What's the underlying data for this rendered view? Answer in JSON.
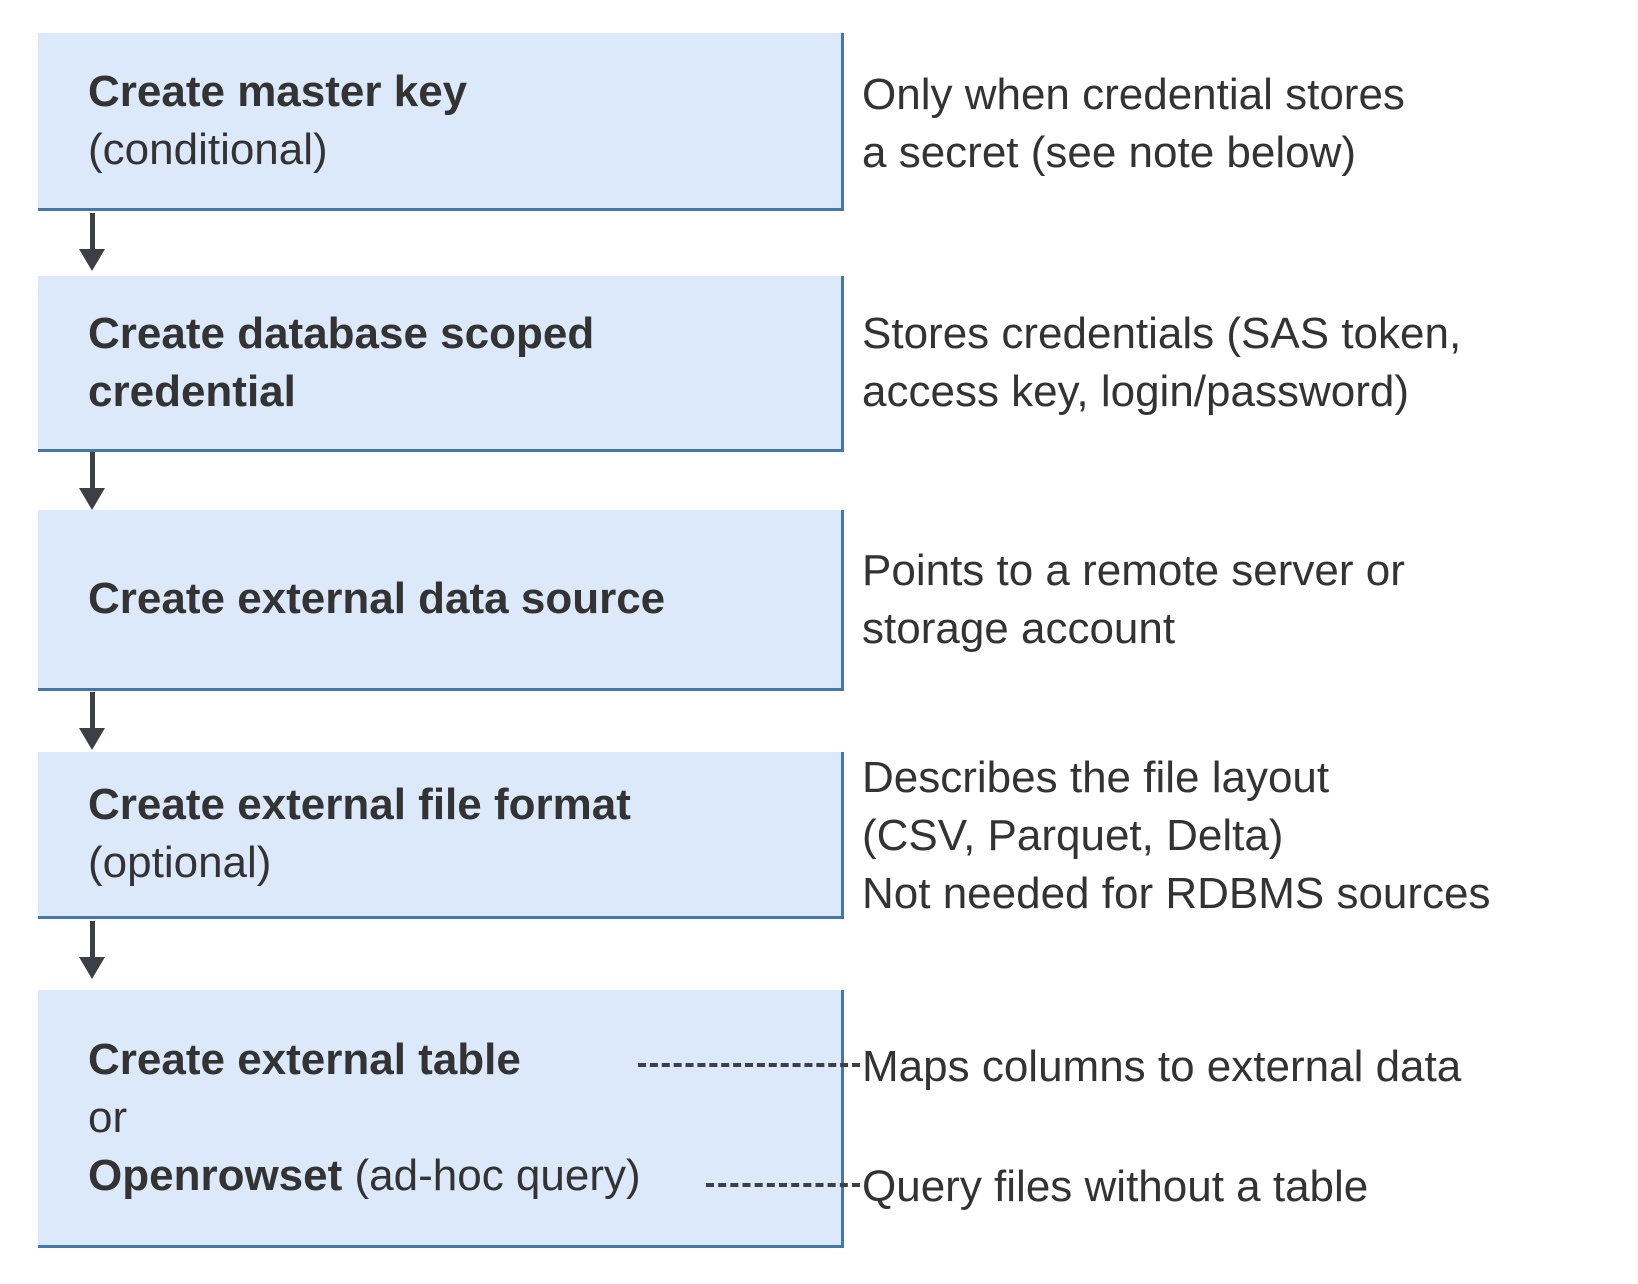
{
  "colors": {
    "box_fill": "#dbe9fa",
    "box_border": "#4577a8",
    "connector": "#3c4046",
    "text": "#333333",
    "background": "#ffffff"
  },
  "steps": [
    {
      "lines": [
        {
          "text": "Create master key",
          "bold": true
        },
        {
          "text": "(conditional)",
          "bold": false
        }
      ]
    },
    {
      "lines": [
        {
          "text": "Create database scoped",
          "bold": true
        },
        {
          "text": "credential",
          "bold": true
        }
      ]
    },
    {
      "lines": [
        {
          "text": "Create external data source",
          "bold": true
        }
      ]
    },
    {
      "lines": [
        {
          "text": "Create external file format",
          "bold": true
        },
        {
          "text": "(optional)",
          "bold": false
        }
      ]
    },
    {
      "lines": [
        {
          "text": "Create external table",
          "bold": true
        },
        {
          "text": "or",
          "bold": false
        },
        {
          "text": "Openrowset",
          "bold": true,
          "suffix": " (ad-hoc query)"
        }
      ]
    }
  ],
  "notes": [
    {
      "lines": [
        "Only when credential stores",
        "a secret (see note below)"
      ]
    },
    {
      "lines": [
        "Stores credentials (SAS token,",
        "access key, login/password)"
      ]
    },
    {
      "lines": [
        "Points to a remote server or",
        "storage account"
      ]
    },
    {
      "lines": [
        "Describes the file layout",
        "(CSV, Parquet, Delta)",
        "Not needed for RDBMS sources"
      ]
    },
    {
      "lines": [
        "Maps columns to external data"
      ]
    },
    {
      "lines": [
        "Query files without a table"
      ]
    }
  ]
}
